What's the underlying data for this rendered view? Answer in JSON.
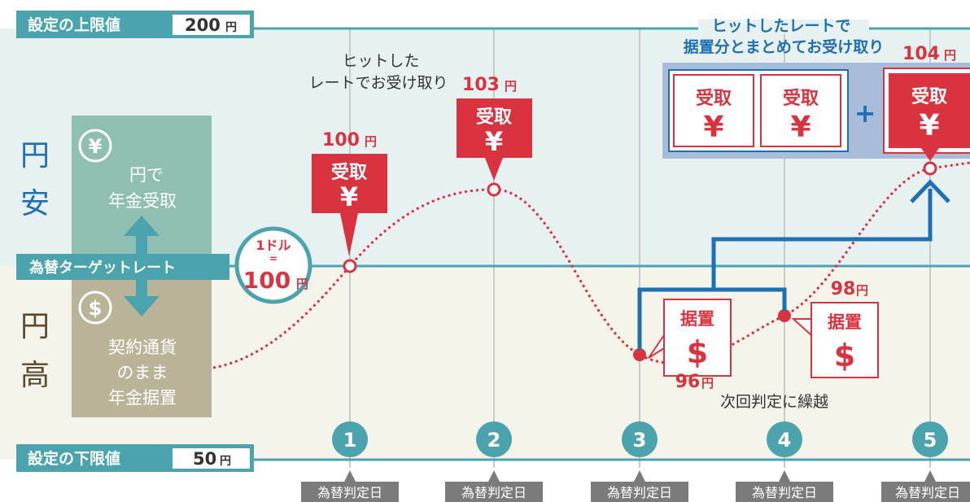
{
  "limits": {
    "upper_label": "設定の上限値",
    "upper_value": "200",
    "lower_label": "設定の下限値",
    "lower_value": "50",
    "yen_unit": "円"
  },
  "zones": {
    "weak_yen": [
      "円",
      "安"
    ],
    "strong_yen": [
      "円",
      "高"
    ]
  },
  "pillars": {
    "yen_symbol": "¥",
    "yen_text": [
      "円で",
      "年金受取"
    ],
    "dollar_symbol": "$",
    "dollar_text": [
      "契約通貨",
      "のまま",
      "年金据置"
    ]
  },
  "target": {
    "label": "為替ターゲットレート",
    "badge_top": "1ドル",
    "badge_eq": "=",
    "badge_value": "100",
    "badge_unit": "円"
  },
  "judgments": [
    {
      "num": "1",
      "label": "為替判定日"
    },
    {
      "num": "2",
      "label": "為替判定日"
    },
    {
      "num": "3",
      "label": "為替判定日"
    },
    {
      "num": "4",
      "label": "為替判定日"
    },
    {
      "num": "5",
      "label": "為替判定日"
    }
  ],
  "rates": [
    {
      "value": "100",
      "unit": "円"
    },
    {
      "value": "103",
      "unit": "円"
    },
    {
      "value": "96",
      "unit": "円"
    },
    {
      "value": "98",
      "unit": "円"
    },
    {
      "value": "104",
      "unit": "円"
    }
  ],
  "callouts": {
    "receive": "受取",
    "defer": "据置",
    "yen": "¥",
    "dollar": "$",
    "plus": "+",
    "hit_receive": [
      "ヒットした",
      "レートでお受け取り"
    ],
    "hit_lump": [
      "ヒットしたレートで",
      "据置分とまとめてお受け取り"
    ],
    "carry_over": "次回判定に繰越"
  },
  "colors": {
    "teal": "#4aa3ad",
    "red": "#d8333f",
    "blue": "#1f6fb3",
    "yen_pillar": "#8fbeb2",
    "dollar_pillar": "#b9b398",
    "upper_band": "#e8f1f2",
    "lower_band": "#f4f4ea",
    "gray_tag": "#7b7b7b"
  }
}
